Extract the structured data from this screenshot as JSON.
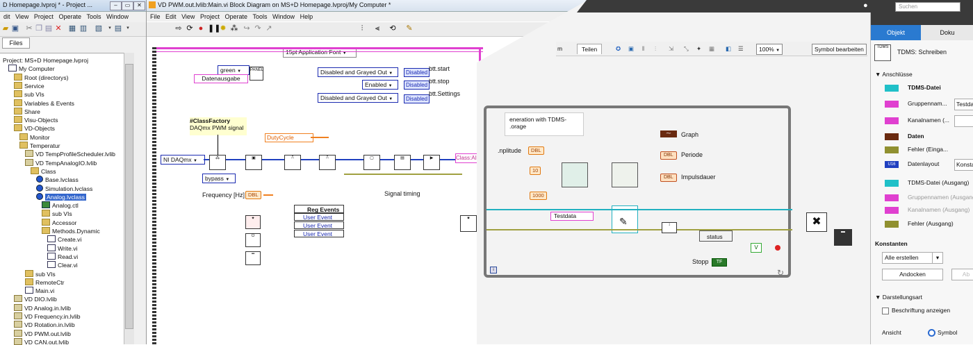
{
  "project_window": {
    "title": "D Homepage.lvproj * - Project ...",
    "menu": [
      "dit",
      "View",
      "Project",
      "Operate",
      "Tools",
      "Window"
    ],
    "files_tab": "Files",
    "tree": [
      {
        "label": "Project: MS+D Homepage.lvproj",
        "indent": 0,
        "icon": "none"
      },
      {
        "label": "My Computer",
        "indent": 1,
        "icon": "vi"
      },
      {
        "label": "Root (directorys)",
        "indent": 2,
        "icon": "folder"
      },
      {
        "label": "Service",
        "indent": 2,
        "icon": "folder"
      },
      {
        "label": "sub VIs",
        "indent": 2,
        "icon": "folder"
      },
      {
        "label": "Variables & Events",
        "indent": 2,
        "icon": "folder"
      },
      {
        "label": "Share",
        "indent": 2,
        "icon": "folder"
      },
      {
        "label": "Visu-Objects",
        "indent": 2,
        "icon": "folder"
      },
      {
        "label": "VD-Objects",
        "indent": 2,
        "icon": "folder"
      },
      {
        "label": "Monitor",
        "indent": 3,
        "icon": "folder"
      },
      {
        "label": "Temperatur",
        "indent": 3,
        "icon": "folder"
      },
      {
        "label": "VD TempProfileScheduler.lvlib",
        "indent": 4,
        "icon": "lib"
      },
      {
        "label": "VD TempAnalogIO.lvlib",
        "indent": 4,
        "icon": "lib"
      },
      {
        "label": "Class",
        "indent": 5,
        "icon": "folder"
      },
      {
        "label": "Base.lvclass",
        "indent": 6,
        "icon": "cls"
      },
      {
        "label": "Simulation.lvclass",
        "indent": 6,
        "icon": "cls"
      },
      {
        "label": "Analog.lvclass",
        "indent": 6,
        "icon": "cls",
        "selected": true
      },
      {
        "label": "Analog.ctl",
        "indent": 7,
        "icon": "ctl"
      },
      {
        "label": "sub VIs",
        "indent": 7,
        "icon": "folder"
      },
      {
        "label": "Accessor",
        "indent": 7,
        "icon": "folder"
      },
      {
        "label": "Methods.Dynamic",
        "indent": 7,
        "icon": "folder"
      },
      {
        "label": "Create.vi",
        "indent": 8,
        "icon": "vi"
      },
      {
        "label": "Write.vi",
        "indent": 8,
        "icon": "vi"
      },
      {
        "label": "Read.vi",
        "indent": 8,
        "icon": "vi"
      },
      {
        "label": "Clear.vi",
        "indent": 8,
        "icon": "vi"
      },
      {
        "label": "sub VIs",
        "indent": 4,
        "icon": "folder"
      },
      {
        "label": "RemoteCtr",
        "indent": 4,
        "icon": "folder"
      },
      {
        "label": "Main.vi",
        "indent": 4,
        "icon": "vi"
      },
      {
        "label": "VD DIO.lvlib",
        "indent": 2,
        "icon": "lib"
      },
      {
        "label": "VD Analog.in.lvlib",
        "indent": 2,
        "icon": "lib"
      },
      {
        "label": "VD Frequency.in.lvlib",
        "indent": 2,
        "icon": "lib"
      },
      {
        "label": "VD Rotation.in.lvlib",
        "indent": 2,
        "icon": "lib"
      },
      {
        "label": "VD PWM.out.lvlib",
        "indent": 2,
        "icon": "lib"
      },
      {
        "label": "VD CAN.out.lvlib",
        "indent": 2,
        "icon": "lib"
      }
    ]
  },
  "bd_window": {
    "title": "VD PWM.out.lvlib:Main.vi Block Diagram on MS+D Homepage.lvproj/My Computer *",
    "menu": [
      "File",
      "Edit",
      "View",
      "Project",
      "Operate",
      "Tools",
      "Window",
      "Help"
    ],
    "font": "15pt Application Font"
  },
  "diagram": {
    "ring_green": "green",
    "panel_label": "PANEL",
    "datenausgabe": "Datenausgabe",
    "ring_start": "Disabled and Grayed Out",
    "ring_stop": "Enabled",
    "ring_settings": "Disabled and Grayed Out",
    "prop_disabled": "Disabled",
    "btt_start": "btt.start",
    "btt_stop": "btt.stop",
    "btt_settings": "btt.Settings",
    "classfactory_title": "#ClassFactory",
    "classfactory_sub": "DAQmx PWM signal",
    "ni_daqmx": "NI DAQmx",
    "bypass": "bypass",
    "dutycycle": "DutyCycle",
    "frequency_label": "Frequency [Hz]",
    "dbl": "DBL",
    "signal_timing": "Signal timing",
    "classai": "Class:AI",
    "reg_events": "Reg Events",
    "user_event": "User Event"
  },
  "snippet": {
    "search_placeholder": "Suchen",
    "tab_left": "m",
    "tab_teilen": "Teilen",
    "zoom": "100%",
    "symbol_bearbeiten": "Symbol bearbeiten",
    "comment": "eneration with TDMS-\n.orage",
    "amplitude": ".nplitude",
    "const_10": "10",
    "const_1000": "1000",
    "graph": "Graph",
    "periode": "Periode",
    "impulsdauer": "Impulsdauer",
    "testdata": "Testdata",
    "status": "status",
    "stopp": "Stopp",
    "tf": "TF"
  },
  "properties": {
    "tab_objekt": "Objekt",
    "tab_doku": "Doku",
    "tdms_label": "TDMS",
    "heading": "TDMS: Schreiben",
    "section_anschluesse": "Anschlüsse",
    "rows": [
      {
        "label": "TDMS-Datei",
        "bold": true,
        "color": "#20c0c8"
      },
      {
        "label": "Gruppennam...",
        "bold": false,
        "color": "#e040d0",
        "field": "Testda"
      },
      {
        "label": "Kanalnamen (...",
        "bold": false,
        "color": "#e040d0",
        "field": ""
      },
      {
        "label": "Daten",
        "bold": true,
        "color": "#6a2a10"
      },
      {
        "label": "Fehler (Einga...",
        "bold": false,
        "color": "#909030"
      },
      {
        "label": "Datenlayout",
        "bold": false,
        "color": "#2040c0",
        "field": "Konsta"
      },
      {
        "label": "TDMS-Datei (Ausgang)",
        "bold": false,
        "color": "#20c0c8"
      },
      {
        "label": "Gruppennamen (Ausgang)",
        "bold": false,
        "color": "#e040d0",
        "grey": true
      },
      {
        "label": "Kanalnamen (Ausgang)",
        "bold": false,
        "color": "#e040d0",
        "grey": true
      },
      {
        "label": "Fehler (Ausgang)",
        "bold": false,
        "color": "#909030"
      }
    ],
    "u16": "U16",
    "section_konstanten": "Konstanten",
    "alle_erstellen": "Alle erstellen",
    "andocken": "Andocken",
    "ab": "Ab",
    "section_darstellung": "Darstellungsart",
    "beschriftung": "Beschriftung anzeigen",
    "ansicht": "Ansicht",
    "symbol": "Symbol"
  }
}
